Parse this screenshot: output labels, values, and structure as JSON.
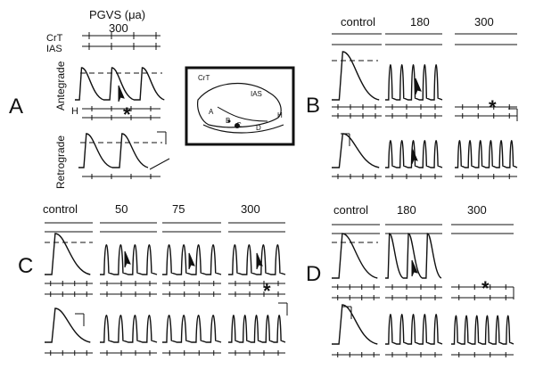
{
  "panels": {
    "a": {
      "letter": "A",
      "header": "PGVS (μa)",
      "current": "300",
      "trace_labels": [
        "CrT",
        "IAS"
      ],
      "row_labels": [
        "Antegrade",
        "Retrograde"
      ],
      "h_label": "H",
      "asterisk": "*"
    },
    "inset": {
      "labels": [
        "CrT",
        "IAS",
        "A",
        "B",
        "C",
        "D",
        "H"
      ]
    },
    "b": {
      "letter": "B",
      "columns": [
        "control",
        "180",
        "300"
      ],
      "asterisk": "*"
    },
    "c": {
      "letter": "C",
      "columns": [
        "control",
        "50",
        "75",
        "300"
      ],
      "asterisk": "*"
    },
    "d": {
      "letter": "D",
      "columns": [
        "control",
        "180",
        "300"
      ],
      "asterisk": "*"
    }
  },
  "colors": {
    "ink": "#111111",
    "background": "#ffffff"
  }
}
